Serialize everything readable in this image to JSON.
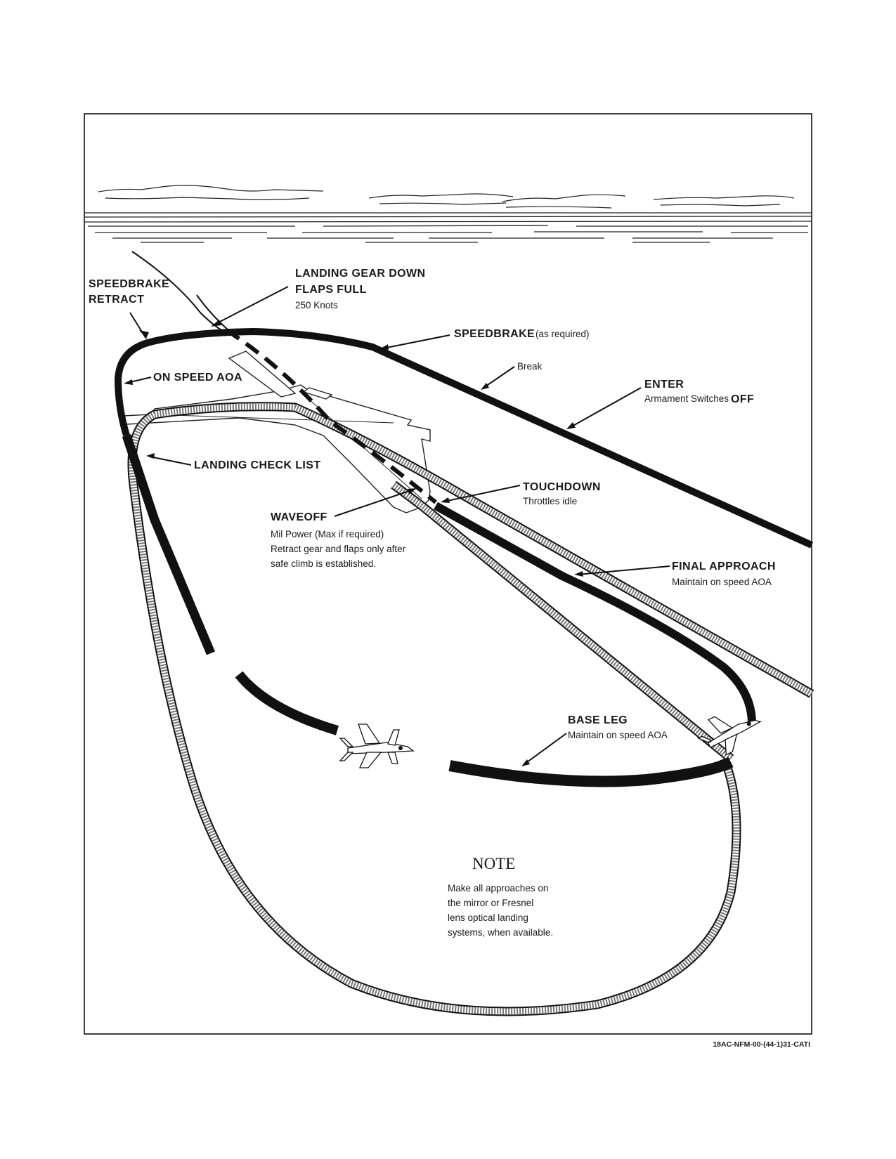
{
  "labels": {
    "speedbrake_retract_1": "SPEEDBRAKE",
    "speedbrake_retract_2": "RETRACT",
    "landing_gear_1": "LANDING GEAR DOWN",
    "landing_gear_2": "FLAPS FULL",
    "landing_gear_3": "250 Knots",
    "speedbrake_main": "SPEEDBRAKE",
    "speedbrake_sub": "(as required)",
    "break": "Break",
    "enter_title": "ENTER",
    "enter_sub": "Armament Switches",
    "enter_off": "OFF",
    "on_speed_aoa": "ON SPEED AOA",
    "landing_check_list": "LANDING CHECK LIST",
    "touchdown_title": "TOUCHDOWN",
    "touchdown_sub": "Throttles idle",
    "waveoff_title": "WAVEOFF",
    "waveoff_line1": "Mil Power (Max if required)",
    "waveoff_line2": "Retract gear and flaps only after",
    "waveoff_line3": "safe climb is established.",
    "final_title": "FINAL APPROACH",
    "final_sub": "Maintain on speed AOA",
    "base_title": "BASE LEG",
    "base_sub": "Maintain on speed AOA",
    "note_title": "NOTE",
    "note_line1": "Make all approaches on",
    "note_line2": "the mirror or Fresnel",
    "note_line3": "lens optical landing",
    "note_line4": "systems, when available."
  },
  "figure_id": "18AC-NFM-00-(44-1)31-CATI",
  "icons": [
    "aircraft-icon",
    "aircraft-carrier-icon"
  ],
  "colors": {
    "ink": "#111111",
    "paper": "#ffffff",
    "stipple": "#777777"
  }
}
